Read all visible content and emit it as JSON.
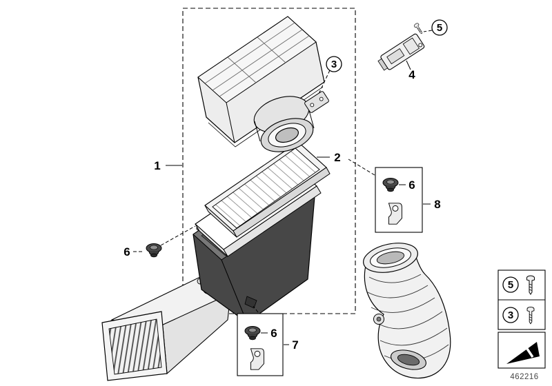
{
  "doc_number": "462216",
  "callouts": {
    "n1": "1",
    "n2": "2",
    "n3": "3",
    "n4": "4",
    "n5": "5",
    "n6_left": "6",
    "n6_right_box": "6",
    "n6_bottom_box": "6",
    "n7": "7",
    "n8": "8"
  },
  "legend": {
    "row1_number": "5",
    "row2_number": "3"
  },
  "icons": {
    "screw": "screw-icon",
    "rubber_mount": "rubber-mount-icon",
    "bracket": "bracket-icon",
    "direction_arrow": "direction-arrow-icon"
  },
  "colors": {
    "line": "#000000",
    "background": "#ffffff",
    "housing_dark": "#474747",
    "part_light": "#f2f2f2"
  }
}
